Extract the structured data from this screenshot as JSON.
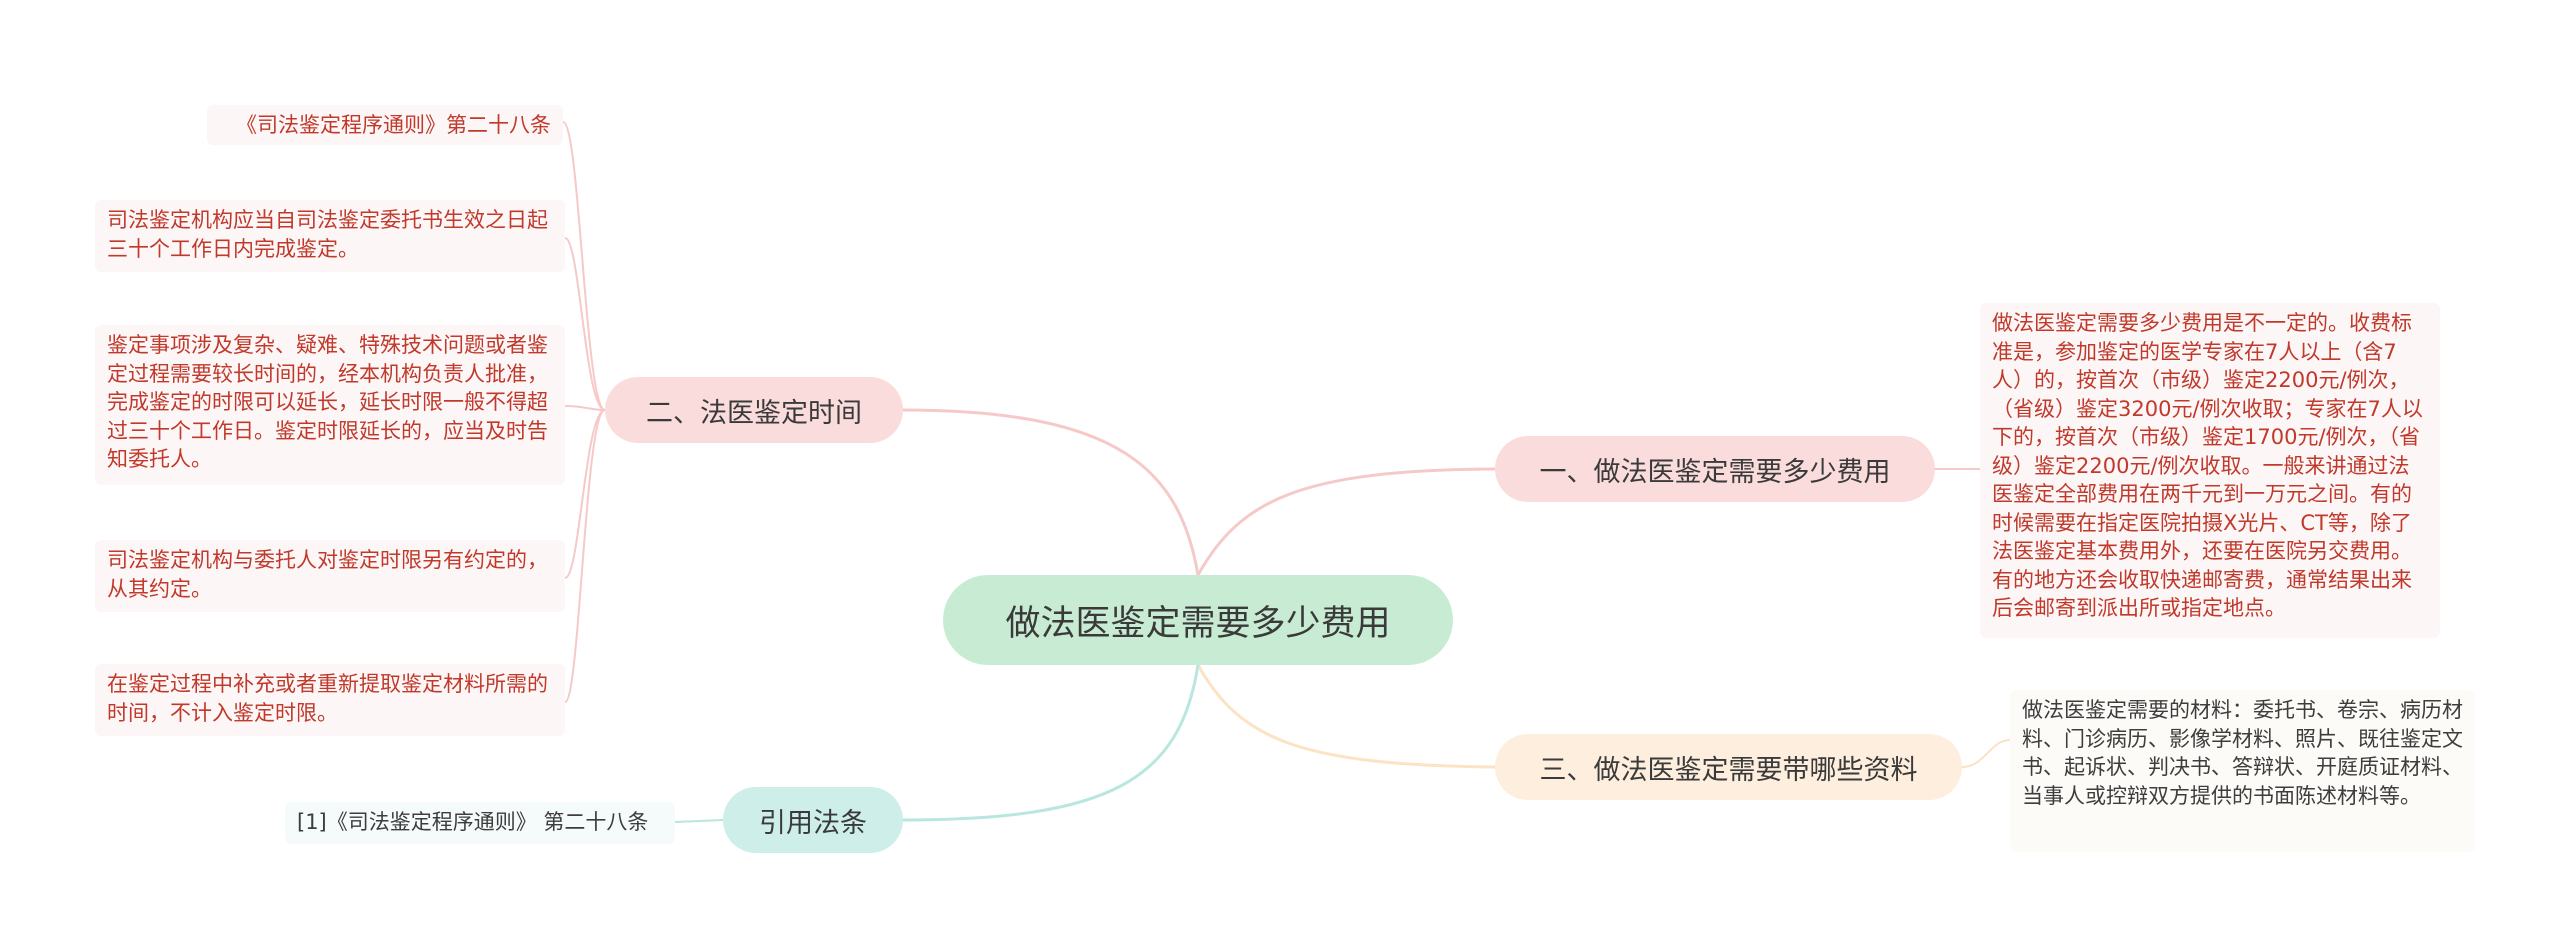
{
  "root": {
    "label": "做法医鉴定需要多少费用"
  },
  "branches": [
    {
      "label": "一、做法医鉴定需要多少费用",
      "leaves": [
        "做法医鉴定需要多少费用是不一定的。收费标准是，参加鉴定的医学专家在7人以上（含7人）的，按首次（市级）鉴定2200元/例次，（省级）鉴定3200元/例次收取；专家在7人以下的，按首次（市级）鉴定1700元/例次，（省级）鉴定2200元/例次收取。一般来讲通过法医鉴定全部费用在两千元到一万元之间。有的时候需要在指定医院拍摄X光片、CT等，除了法医鉴定基本费用外，还要在医院另交费用。有的地方还会收取快递邮寄费，通常结果出来后会邮寄到派出所或指定地点。"
      ]
    },
    {
      "label": "三、做法医鉴定需要带哪些资料",
      "leaves": [
        "做法医鉴定需要的材料：委托书、卷宗、病历材料、门诊病历、影像学材料、照片、既往鉴定文书、起诉状、判决书、答辩状、开庭质证材料、当事人或控辩双方提供的书面陈述材料等。"
      ]
    },
    {
      "label": "二、法医鉴定时间",
      "leaves": [
        "《司法鉴定程序通则》第二十八条",
        "司法鉴定机构应当自司法鉴定委托书生效之日起三十个工作日内完成鉴定。",
        "鉴定事项涉及复杂、疑难、特殊技术问题或者鉴定过程需要较长时间的，经本机构负责人批准，完成鉴定的时限可以延长，延长时限一般不得超过三十个工作日。鉴定时限延长的，应当及时告知委托人。",
        "司法鉴定机构与委托人对鉴定时限另有约定的，从其约定。",
        "在鉴定过程中补充或者重新提取鉴定材料所需的时间，不计入鉴定时限。"
      ]
    },
    {
      "label": "引用法条",
      "leaves": [
        "[1]《司法鉴定程序通则》 第二十八条"
      ]
    }
  ],
  "colors": {
    "root_fill": "#c8ecd3",
    "branch_pink": "#fbdcdc",
    "branch_cream": "#fdeedd",
    "branch_teal": "#cdeee9",
    "leaf_text_red": "#c0392b",
    "leaf_text_dark": "#3d3d3d"
  }
}
